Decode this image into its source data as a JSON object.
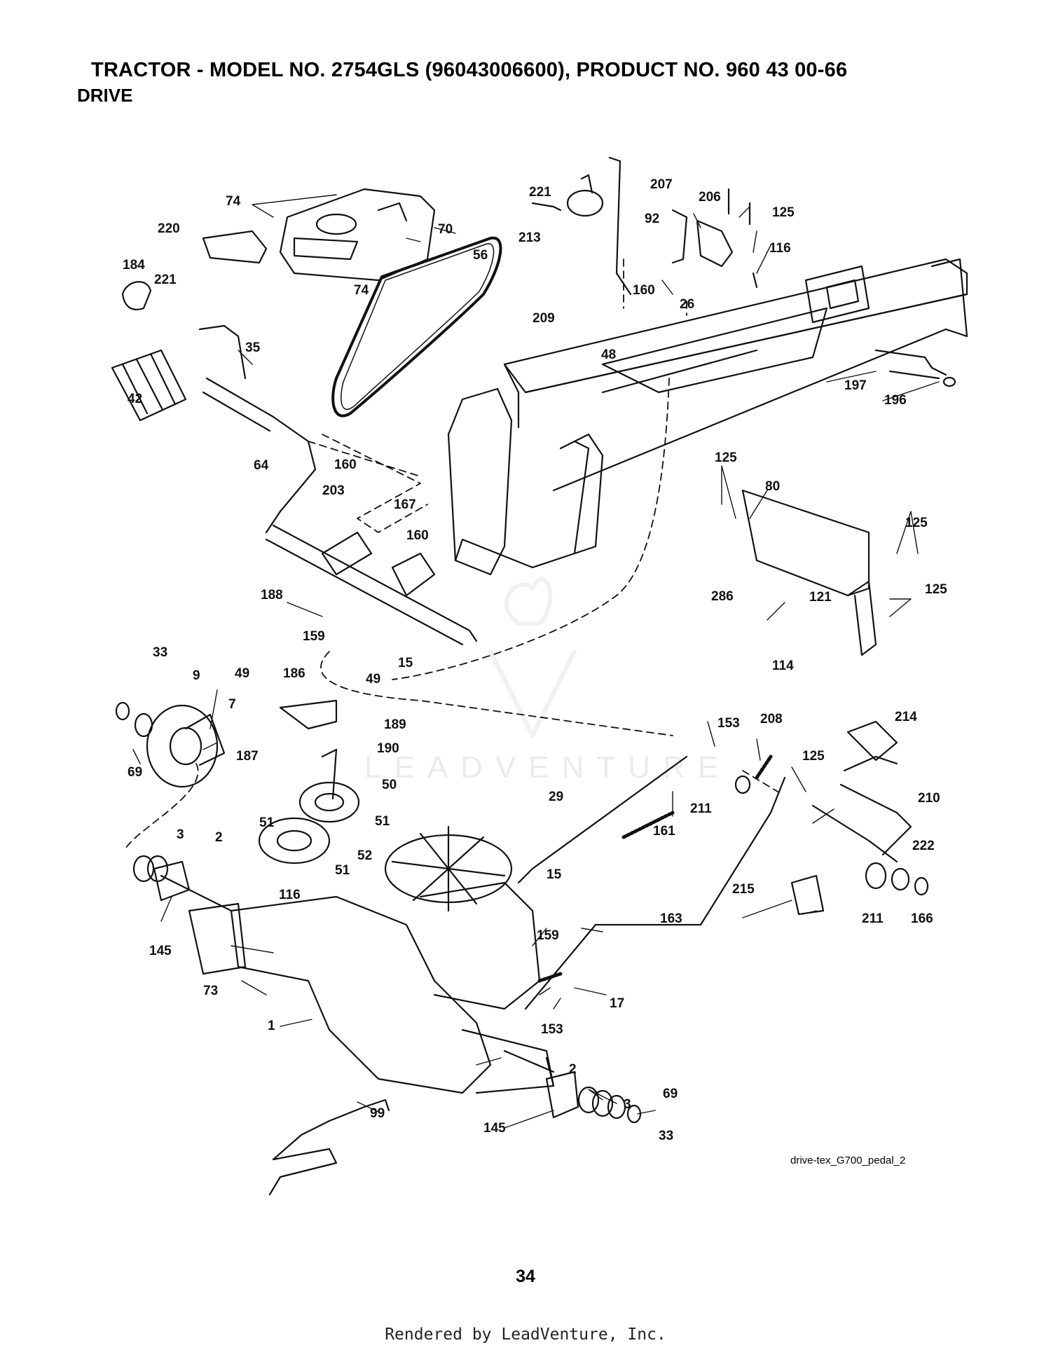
{
  "header": {
    "title": "TRACTOR - MODEL NO. 2754GLS (96043006600), PRODUCT NO. 960 43 00-66",
    "section": "DRIVE"
  },
  "callouts": [
    "74",
    "74",
    "70",
    "220",
    "184",
    "221",
    "56",
    "221",
    "213",
    "207",
    "92",
    "206",
    "125",
    "116",
    "160",
    "26",
    "209",
    "48",
    "197",
    "196",
    "35",
    "42",
    "64",
    "160",
    "203",
    "167",
    "160",
    "125",
    "80",
    "125",
    "125",
    "286",
    "121",
    "114",
    "188",
    "159",
    "15",
    "33",
    "9",
    "7",
    "69",
    "49",
    "186",
    "49",
    "189",
    "187",
    "190",
    "50",
    "51",
    "51",
    "52",
    "51",
    "3",
    "2",
    "153",
    "208",
    "214",
    "125",
    "211",
    "210",
    "29",
    "161",
    "15",
    "222",
    "215",
    "211",
    "166",
    "116",
    "145",
    "163",
    "159",
    "73",
    "17",
    "1",
    "153",
    "2",
    "99",
    "3",
    "69",
    "145",
    "33"
  ],
  "watermark": "LEADVENTURE",
  "drawing_id": "drive-tex_G700_pedal_2",
  "page_number": "34",
  "footer": "Rendered by LeadVenture, Inc."
}
